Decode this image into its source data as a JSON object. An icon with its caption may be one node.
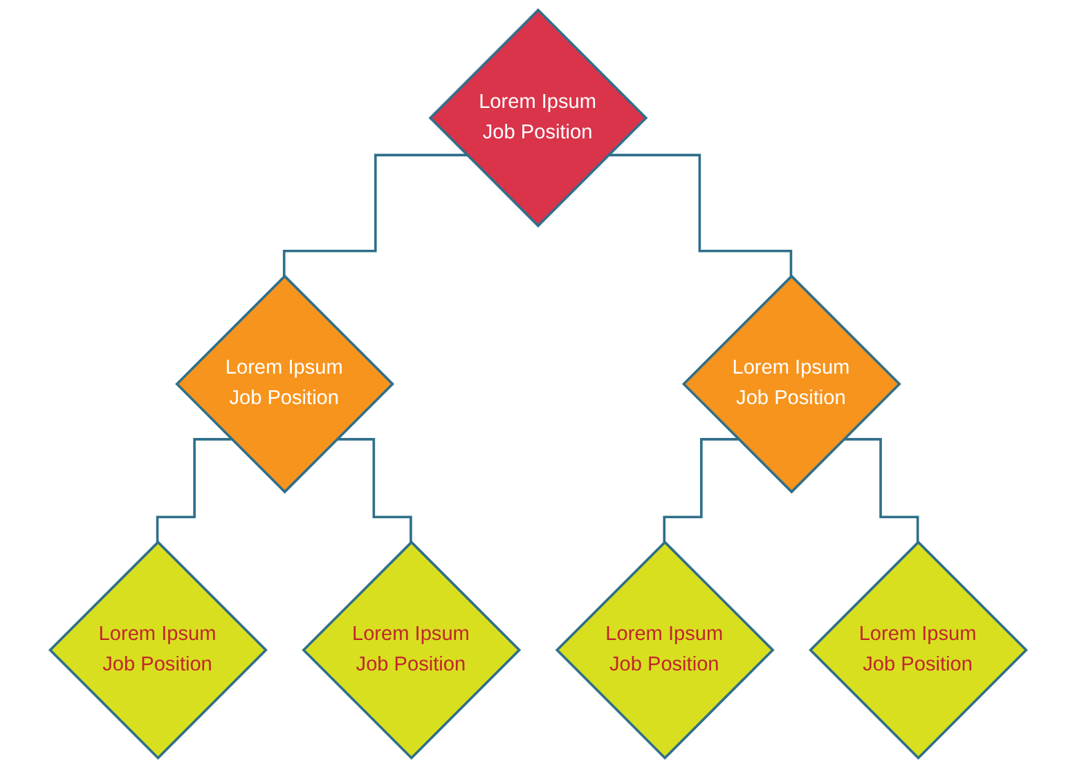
{
  "diagram": {
    "nodes": [
      {
        "text": [
          "Lorem Ipsum",
          "Job Position"
        ]
      },
      {
        "text": [
          "Lorem Ipsum",
          "Job Position"
        ]
      },
      {
        "text": [
          "Lorem Ipsum",
          "Job Position"
        ]
      },
      {
        "text": [
          "Lorem Ipsum",
          "Job Position"
        ]
      },
      {
        "text": [
          "Lorem Ipsum",
          "Job Position"
        ]
      },
      {
        "text": [
          "Lorem Ipsum",
          "Job Position"
        ]
      },
      {
        "text": [
          "Lorem Ipsum",
          "Job Position"
        ]
      }
    ],
    "edges": [
      {
        "from": 0,
        "to": 1,
        "arrow": "none"
      },
      {
        "from": 0,
        "to": 2,
        "arrow": "none"
      },
      {
        "from": 1,
        "to": 3,
        "arrow": "none"
      },
      {
        "from": 1,
        "to": 4,
        "arrow": "none"
      },
      {
        "from": 2,
        "to": 5,
        "arrow": "none"
      },
      {
        "from": 2,
        "to": 6,
        "arrow": "none"
      }
    ]
  }
}
